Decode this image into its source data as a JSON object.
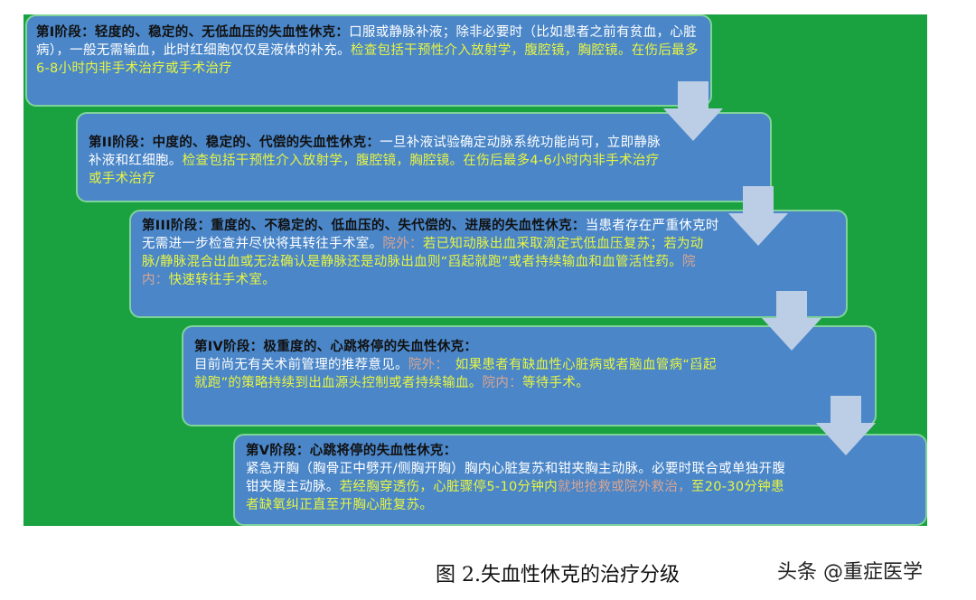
{
  "figure": {
    "caption": "图 2.失血性休克的治疗分级",
    "watermark": "头条 @重症医学",
    "colors": {
      "background": "#1aa241",
      "box": "#4a86c8",
      "box_border": "#7fd39a",
      "arrow": "#bccde6",
      "title_text": "#111111",
      "body_text": "#ffffff",
      "highlight_yellow": "#e8f542",
      "highlight_pink": "#d9a592"
    }
  },
  "stages": [
    {
      "title": "第I阶段：轻度的、稳定的、无低血压的失血性休克：",
      "segments": [
        {
          "style": "white",
          "text": "口服或静脉补液；除非必要时（比如患者之前有贫血，心脏病），一般无需输血，此时红细胞仅仅是液体的补充。"
        },
        {
          "style": "yellow",
          "text": "检查包括干预性介入放射学，腹腔镜，胸腔镜。在伤后最多6-8小时内非手术治疗或手术治疗"
        }
      ]
    },
    {
      "title": "第II阶段：中度的、稳定的、代偿的失血性休克：",
      "segments": [
        {
          "style": "white",
          "text": "一旦补液试验确定动脉系统功能尚可，立即静脉补液和红细胞。"
        },
        {
          "style": "yellow",
          "text": "检查包括干预性介入放射学，腹腔镜，胸腔镜。在伤后最多4-6小时内非手术治疗或手术治疗"
        }
      ]
    },
    {
      "title": "第III阶段：重度的、不稳定的、低血压的、失代偿的、进展的失血性休克：",
      "segments": [
        {
          "style": "white",
          "text": "当患者存在严重休克时无需进一步检查并尽快将其转往手术室。"
        },
        {
          "style": "pink",
          "text": "院外："
        },
        {
          "style": "yellow",
          "text": "若已知动脉出血采取滴定式低血压复苏；若为动脉/静脉混合出血或无法确认是静脉还是动脉出血则“舀起就跑”或者持续输血和血管活性药。"
        },
        {
          "style": "pink",
          "text": "院内："
        },
        {
          "style": "yellow",
          "text": "快速转往手术室。"
        }
      ]
    },
    {
      "title": "第IV阶段：极重度的、心跳将停的失血性休克：",
      "segments": [
        {
          "style": "white",
          "text": "目前尚无有关术前管理的推荐意见。"
        },
        {
          "style": "pink",
          "text": "院外："
        },
        {
          "style": "yellow",
          "text": "　如果患者有缺血性心脏病或者脑血管病“舀起就跑”的策略持续到出血源头控制或者持续输血。"
        },
        {
          "style": "pink",
          "text": "院内："
        },
        {
          "style": "yellow",
          "text": "等待手术。"
        }
      ]
    },
    {
      "title": "第V阶段：心跳将停的失血性休克：",
      "segments": [
        {
          "style": "white",
          "text": "紧急开胸（胸骨正中劈开/侧胸开胸）胸内心脏复苏和钳夹胸主动脉。必要时联合或单独开腹钳夹腹主动脉。"
        },
        {
          "style": "yellow",
          "text": "若经胸穿透伤，心脏骤停5-10分钟内"
        },
        {
          "style": "pink",
          "text": "就地抢救或院外救治，"
        },
        {
          "style": "yellow",
          "text": "至20-30分钟患者缺氧纠正直至开胸心脏复苏。"
        }
      ]
    }
  ]
}
